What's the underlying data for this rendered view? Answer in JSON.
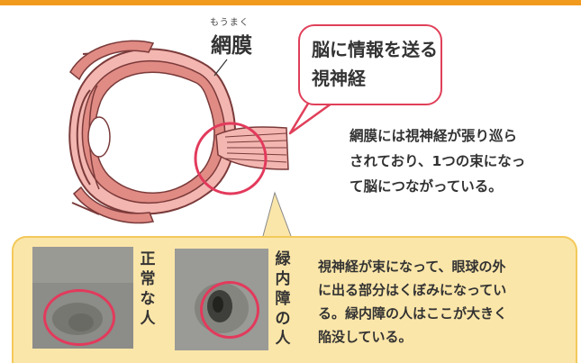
{
  "diagram": {
    "retina_reading": "もうまく",
    "retina_label": "網膜",
    "bubble_lines": [
      "脳に情報を送る",
      "視神経"
    ],
    "description_lines": [
      "網膜には視神経が張り巡ら",
      "されており、1つの束になっ",
      "て脳につながっている。"
    ]
  },
  "panel": {
    "normal_label_chars": [
      "正",
      "常",
      "な",
      "人"
    ],
    "glaucoma_label_chars": [
      "緑",
      "内",
      "障",
      "の",
      "人"
    ],
    "description_lines": [
      "視神経が束になって、眼球の外",
      "に出る部分はくぼみになってい",
      "る。緑内障の人はここが大きく",
      "陥没している。"
    ]
  },
  "colors": {
    "accent_orange": "#f29a1e",
    "circle_red": "#e23a5c",
    "panel_yellow": "#fbe6a9",
    "eye_pink": "#e89a9a"
  }
}
